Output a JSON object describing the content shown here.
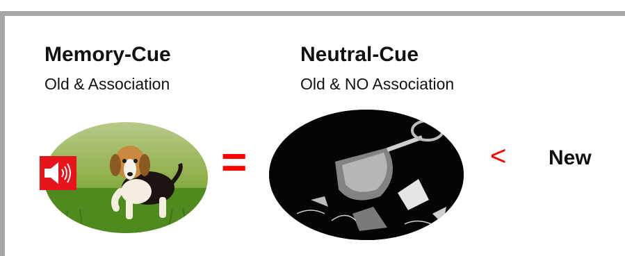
{
  "memory_cue": {
    "title": "Memory-Cue",
    "subtitle": "Old & Association",
    "image_icon": "dog-photo",
    "sound_icon": "speaker-icon"
  },
  "neutral_cue": {
    "title": "Neutral-Cue",
    "subtitle": "Old & NO Association",
    "image_icon": "broken-glass-photo"
  },
  "operators": {
    "equals": "=",
    "less_than": "<"
  },
  "new_label": "New",
  "colors": {
    "accent": "#ff0000",
    "frame": "#a6a6a6",
    "speaker_bg": "#e8141b"
  }
}
